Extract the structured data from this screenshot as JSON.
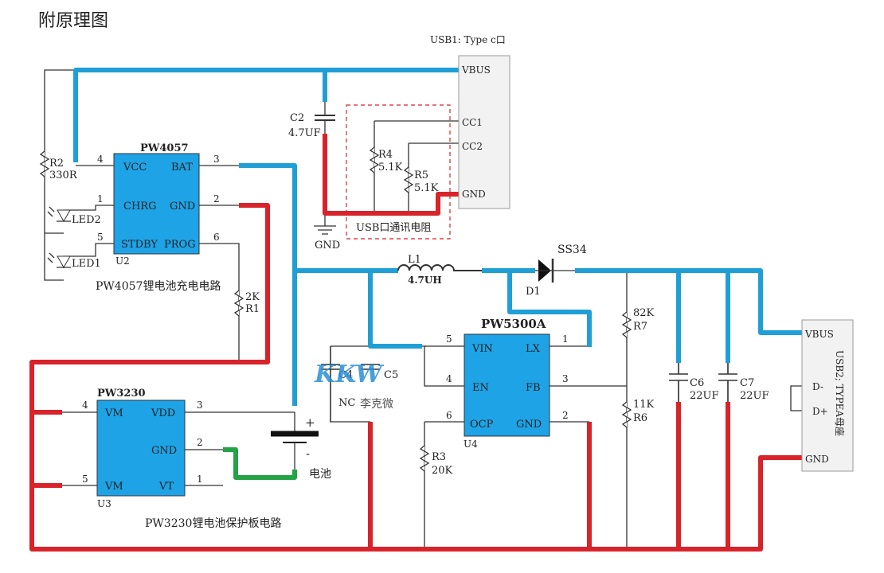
{
  "heading": "附原理图",
  "chips": {
    "pw4057": {
      "name": "PW4057",
      "ref": "U2",
      "pins": [
        "VCC",
        "BAT",
        "CHRG",
        "GND",
        "STDBY",
        "PROG"
      ],
      "nums": [
        "4",
        "3",
        "1",
        "2",
        "5",
        "6"
      ]
    },
    "pw3230": {
      "name": "PW3230",
      "ref": "U3",
      "pins": [
        "VM",
        "VDD",
        "GND",
        "VM",
        "VT"
      ],
      "nums": [
        "4",
        "3",
        "2",
        "5",
        "1"
      ]
    },
    "pw5300": {
      "name": "PW5300A",
      "ref": "U4",
      "pins": [
        "VIN",
        "LX",
        "EN",
        "FB",
        "OCP",
        "GND"
      ],
      "nums": [
        "5",
        "1",
        "4",
        "3",
        "6",
        "2"
      ]
    }
  },
  "usb1": {
    "title": "USB1: Type c口",
    "pins": [
      "VBUS",
      "CC1",
      "CC2",
      "GND"
    ]
  },
  "usb2": {
    "title": "USB2; TYPEA母座",
    "pins": [
      "VBUS",
      "D-",
      "D+",
      "GND"
    ]
  },
  "parts": {
    "r2": {
      "ref": "R2",
      "val": "330R"
    },
    "r4": {
      "ref": "R4",
      "val": "5.1K"
    },
    "r5": {
      "ref": "R5",
      "val": "5.1K"
    },
    "r1": {
      "ref": "R1",
      "val": "2K"
    },
    "r7": {
      "ref": "R7",
      "val": "82K"
    },
    "r6": {
      "ref": "R6",
      "val": "11K"
    },
    "r3": {
      "ref": "R3",
      "val": "20K"
    },
    "c2": {
      "ref": "C2",
      "val": "4.7UF"
    },
    "c4": {
      "ref": "C4",
      "val": "NC"
    },
    "c5": {
      "ref": "C5"
    },
    "c6": {
      "ref": "C6",
      "val": "22UF"
    },
    "c7": {
      "ref": "C7",
      "val": "22UF"
    },
    "l1": {
      "ref": "L1",
      "val": "4.7UH"
    },
    "d1": {
      "ref": "D1",
      "val": "SS34"
    },
    "led1": "LED1",
    "led2": "LED2",
    "gnd": "GND"
  },
  "captions": {
    "usb_resistors": "USB口通讯电阻",
    "charge": "PW4057锂电池充电电路",
    "protect": "PW3230锂电池保护板电路",
    "battery": "电池",
    "battery_plus": "+",
    "battery_minus": "-"
  },
  "watermark": {
    "brand": "KKW",
    "brand_cn": "李克微"
  },
  "colors": {
    "positive": "#1f9fd6",
    "ground": "#d8232a",
    "battery_neg": "#24a346",
    "chip": "#1ea3e6"
  }
}
